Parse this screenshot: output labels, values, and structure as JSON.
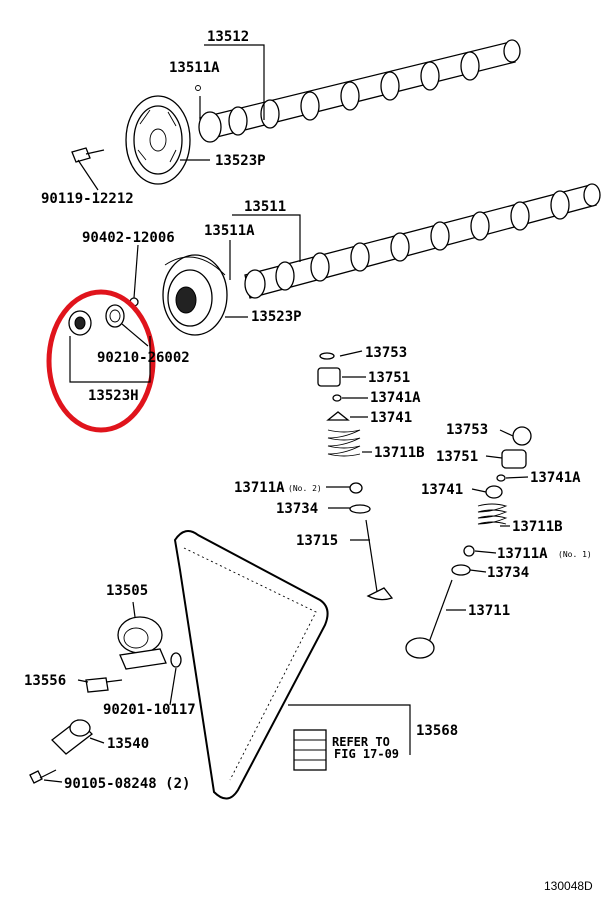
{
  "diagram": {
    "footer_code": "130048D",
    "highlight_color": "#e0141c",
    "labels": {
      "p13512": "13512",
      "p13511A_top": "13511A",
      "p13523P_top": "13523P",
      "p90119": "90119-12212",
      "p13511": "13511",
      "p13511A_mid": "13511A",
      "p90402": "90402-12006",
      "p13523P_mid": "13523P",
      "p90210": "90210-26002",
      "p13523H": "13523H",
      "p13753_l": "13753",
      "p13751_l": "13751",
      "p13741A_l": "13741A",
      "p13741_l": "13741",
      "p13711B_l": "13711B",
      "p13711A_l": "13711A",
      "p13711A_l_note": "(No. 2)",
      "p13734_l": "13734",
      "p13715": "13715",
      "p13753_r": "13753",
      "p13751_r": "13751",
      "p13741A_r": "13741A",
      "p13741_r": "13741",
      "p13711B_r": "13711B",
      "p13711A_r": "13711A",
      "p13711A_r_note": "(No. 1)",
      "p13734_r": "13734",
      "p13711": "13711",
      "p13505": "13505",
      "p13556": "13556",
      "p90201": "90201-10117",
      "p13540": "13540",
      "p90105": "90105-08248 (2)",
      "p13568": "13568",
      "refer_line1": "REFER TO",
      "refer_line2": "FIG 17-09"
    }
  }
}
